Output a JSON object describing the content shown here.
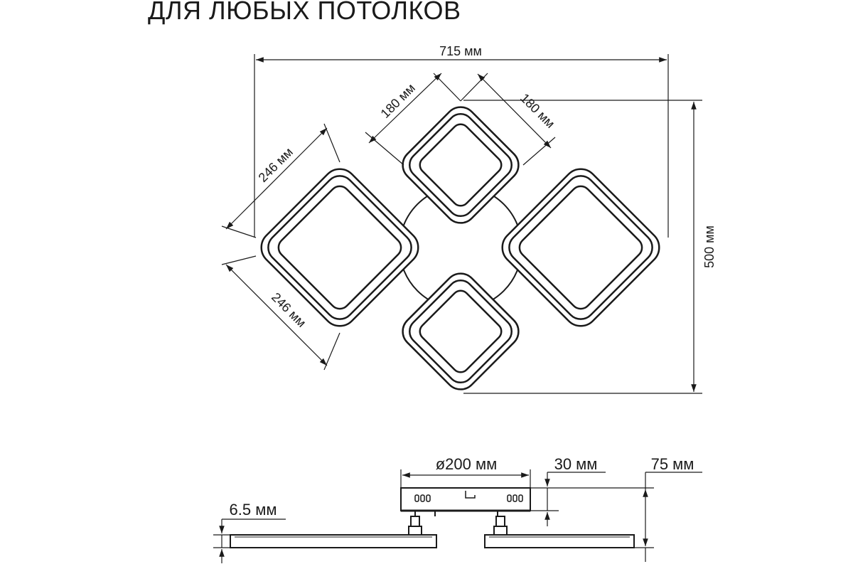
{
  "title": "ДЛЯ ЛЮБЫХ ПОТОЛКОВ",
  "top_view": {
    "width": "715 мм",
    "height": "500 мм",
    "small_square_side_a": "180 мм",
    "small_square_side_b": "180 мм",
    "large_square_side_a": "246 мм",
    "large_square_side_b": "246 мм"
  },
  "side_view": {
    "base_diameter": "ø200 мм",
    "base_height": "30 мм",
    "total_height": "75 мм",
    "panel_thickness": "6.5 мм"
  }
}
